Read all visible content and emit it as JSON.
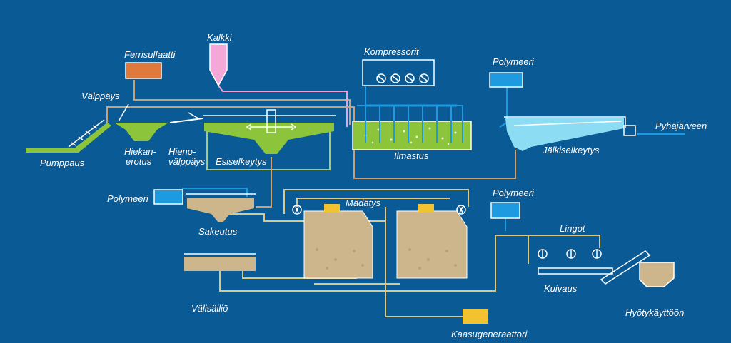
{
  "colors": {
    "background": "#0a5a96",
    "sludge_line": "#d8c98a",
    "water_line": "#a8c878",
    "flow_line": "#c8a07a",
    "polymer_line": "#1e9be0",
    "lime_line": "#f0a0d8",
    "green_water": "#8cc43c",
    "sludge_body": "#cdb68c",
    "ferric": "#e07a3c",
    "lime": "#f4a8d8",
    "gas": "#f2c230",
    "white": "#ffffff"
  },
  "labels": {
    "pumppaus": "Pumppaus",
    "valppays": "Välppäys",
    "ferrisulfaatti": "Ferrisulfaatti",
    "kalkki": "Kalkki",
    "hiekanerotus_1": "Hiekan-",
    "hiekanerotus_2": "erotus",
    "hienovalppays_1": "Hieno-",
    "hienovalppays_2": "välppäys",
    "esiselkeytys": "Esiselkeytys",
    "kompressorit": "Kompressorit",
    "ilmastus": "Ilmastus",
    "polymeeri_top": "Polymeeri",
    "jalkiselkeytys": "Jälkiselkeytys",
    "pyhajarveen": "Pyhäjärveen",
    "polymeeri_left": "Polymeeri",
    "sakeutus": "Sakeutus",
    "madatys": "Mädätys",
    "polymeeri_right": "Polymeeri",
    "lingot": "Lingot",
    "kuivaus": "Kuivaus",
    "hyotykayttoon": "Hyötykäyttöön",
    "valisailio": "Välisäiliö",
    "kaasugeneraattori": "Kaasugeneraattori"
  },
  "icons": {
    "compressor": "compressor-gauge-icon",
    "pump": "pump-icon",
    "centrifuge": "centrifuge-icon"
  }
}
